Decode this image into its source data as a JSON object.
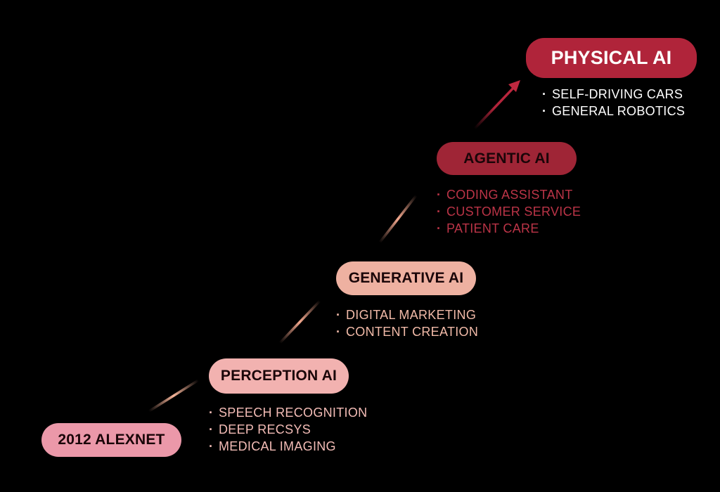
{
  "stages": [
    {
      "label": "2012 ALEXNET",
      "items": []
    },
    {
      "label": "PERCEPTION AI",
      "items": [
        "SPEECH RECOGNITION",
        "DEEP RECSYS",
        "MEDICAL IMAGING"
      ]
    },
    {
      "label": "GENERATIVE AI",
      "items": [
        "DIGITAL MARKETING",
        "CONTENT CREATION"
      ]
    },
    {
      "label": "AGENTIC AI",
      "items": [
        "CODING ASSISTANT",
        "CUSTOMER SERVICE",
        "PATIENT CARE"
      ]
    },
    {
      "label": "PHYSICAL AI",
      "items": [
        "SELF-DRIVING CARS",
        "GENERAL ROBOTICS"
      ]
    }
  ],
  "colors": {
    "background": "#000000",
    "alexnet": "#eb98a9",
    "perception": "#f2b2b0",
    "generative": "#eeb1a1",
    "agentic": "#9f2536",
    "physical": "#b0243a",
    "connector_glow": "#f4a98f",
    "arrow": "#b0243a"
  },
  "icons": {
    "connector": "glowing-streak",
    "final_arrow": "arrow-up-right-icon"
  }
}
